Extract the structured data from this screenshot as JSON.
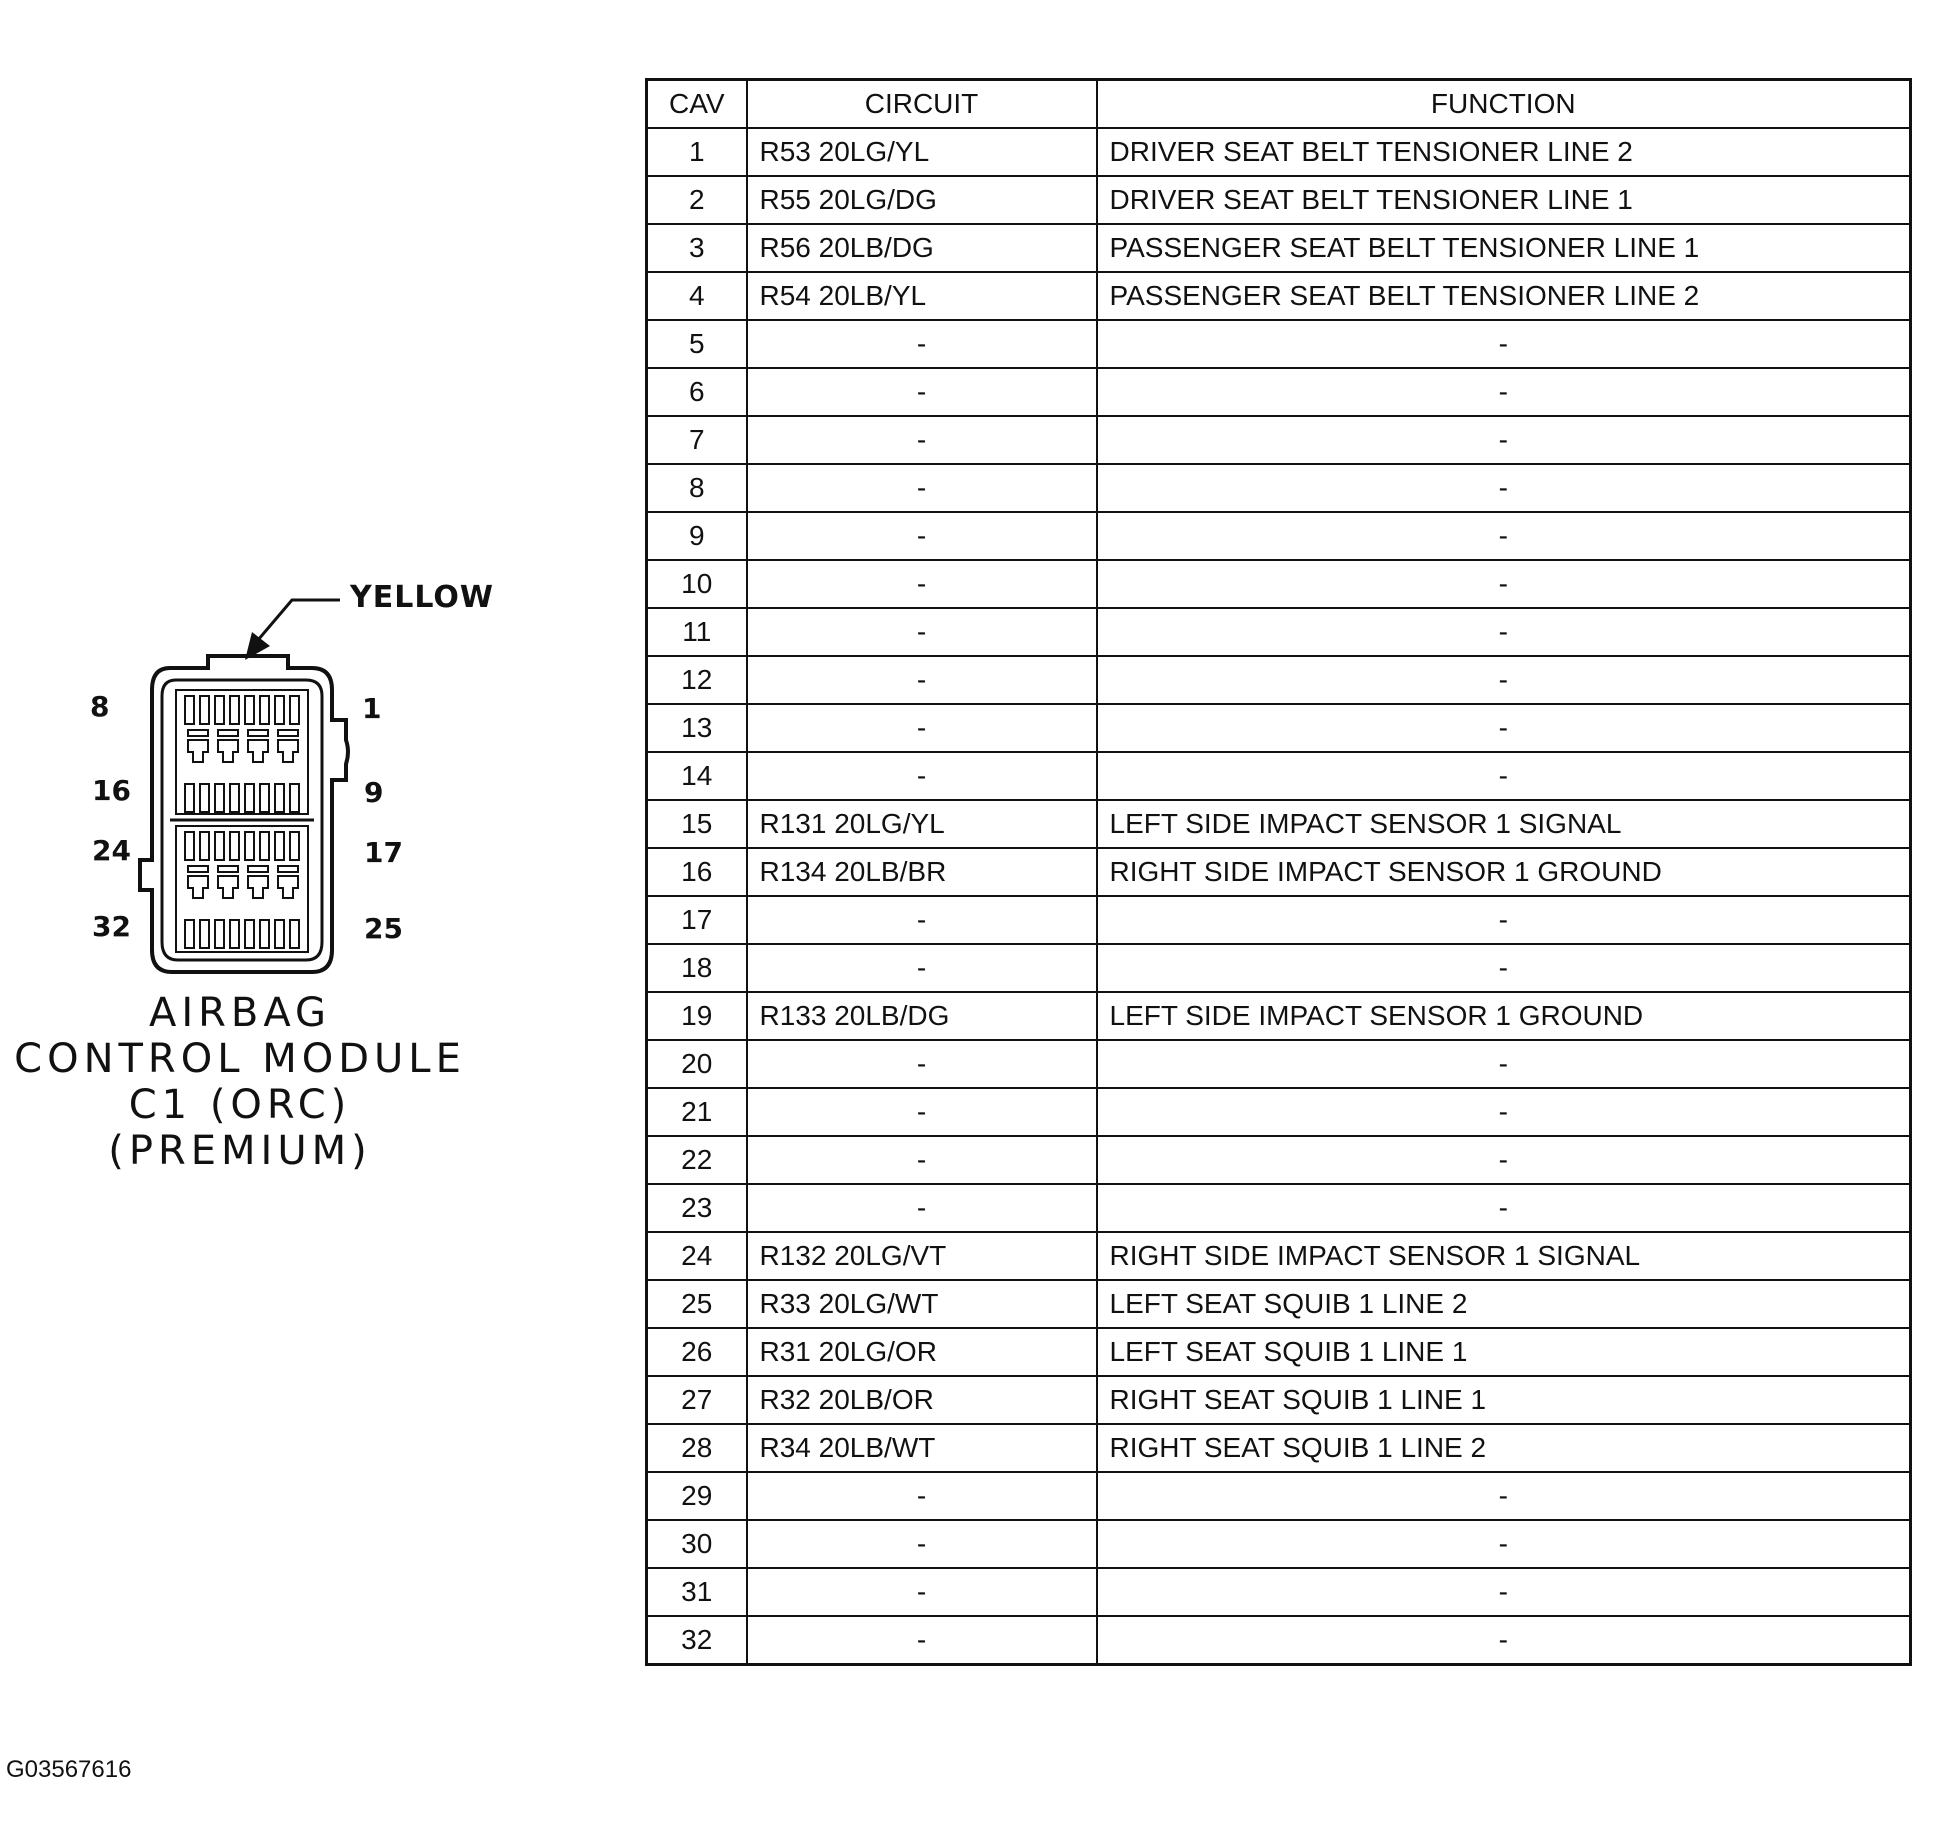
{
  "connector": {
    "color_label": "YELLOW",
    "pin_labels": {
      "top_left": "8",
      "top_right": "1",
      "row2_left": "16",
      "row2_right": "9",
      "row3_left": "24",
      "row3_right": "17",
      "bottom_left": "32",
      "bottom_right": "25"
    },
    "caption": [
      "AIRBAG",
      "CONTROL MODULE",
      "C1 (ORC)",
      "(PREMIUM)"
    ]
  },
  "figure_id": "G03567616",
  "table": {
    "headers": [
      "CAV",
      "CIRCUIT",
      "FUNCTION"
    ],
    "rows": [
      {
        "cav": "1",
        "circuit": "R53 20LG/YL",
        "function": "DRIVER SEAT BELT TENSIONER LINE 2"
      },
      {
        "cav": "2",
        "circuit": "R55 20LG/DG",
        "function": "DRIVER SEAT BELT TENSIONER LINE 1"
      },
      {
        "cav": "3",
        "circuit": "R56 20LB/DG",
        "function": "PASSENGER SEAT BELT TENSIONER LINE 1"
      },
      {
        "cav": "4",
        "circuit": "R54 20LB/YL",
        "function": "PASSENGER SEAT BELT TENSIONER LINE 2"
      },
      {
        "cav": "5",
        "circuit": "-",
        "function": "-"
      },
      {
        "cav": "6",
        "circuit": "-",
        "function": "-"
      },
      {
        "cav": "7",
        "circuit": "-",
        "function": "-"
      },
      {
        "cav": "8",
        "circuit": "-",
        "function": "-"
      },
      {
        "cav": "9",
        "circuit": "-",
        "function": "-"
      },
      {
        "cav": "10",
        "circuit": "-",
        "function": "-"
      },
      {
        "cav": "11",
        "circuit": "-",
        "function": "-"
      },
      {
        "cav": "12",
        "circuit": "-",
        "function": "-"
      },
      {
        "cav": "13",
        "circuit": "-",
        "function": "-"
      },
      {
        "cav": "14",
        "circuit": "-",
        "function": "-"
      },
      {
        "cav": "15",
        "circuit": "R131 20LG/YL",
        "function": "LEFT SIDE IMPACT SENSOR 1 SIGNAL"
      },
      {
        "cav": "16",
        "circuit": "R134 20LB/BR",
        "function": "RIGHT SIDE IMPACT SENSOR 1 GROUND"
      },
      {
        "cav": "17",
        "circuit": "-",
        "function": "-"
      },
      {
        "cav": "18",
        "circuit": "-",
        "function": "-"
      },
      {
        "cav": "19",
        "circuit": "R133 20LB/DG",
        "function": "LEFT SIDE IMPACT SENSOR 1 GROUND"
      },
      {
        "cav": "20",
        "circuit": "-",
        "function": "-"
      },
      {
        "cav": "21",
        "circuit": "-",
        "function": "-"
      },
      {
        "cav": "22",
        "circuit": "-",
        "function": "-"
      },
      {
        "cav": "23",
        "circuit": "-",
        "function": "-"
      },
      {
        "cav": "24",
        "circuit": "R132 20LG/VT",
        "function": "RIGHT SIDE IMPACT SENSOR 1 SIGNAL"
      },
      {
        "cav": "25",
        "circuit": "R33 20LG/WT",
        "function": "LEFT SEAT SQUIB 1 LINE 2"
      },
      {
        "cav": "26",
        "circuit": "R31 20LG/OR",
        "function": "LEFT SEAT SQUIB 1 LINE 1"
      },
      {
        "cav": "27",
        "circuit": "R32 20LB/OR",
        "function": "RIGHT SEAT SQUIB 1 LINE 1"
      },
      {
        "cav": "28",
        "circuit": "R34 20LB/WT",
        "function": "RIGHT SEAT SQUIB 1 LINE 2"
      },
      {
        "cav": "29",
        "circuit": "-",
        "function": "-"
      },
      {
        "cav": "30",
        "circuit": "-",
        "function": "-"
      },
      {
        "cav": "31",
        "circuit": "-",
        "function": "-"
      },
      {
        "cav": "32",
        "circuit": "-",
        "function": "-"
      }
    ]
  }
}
